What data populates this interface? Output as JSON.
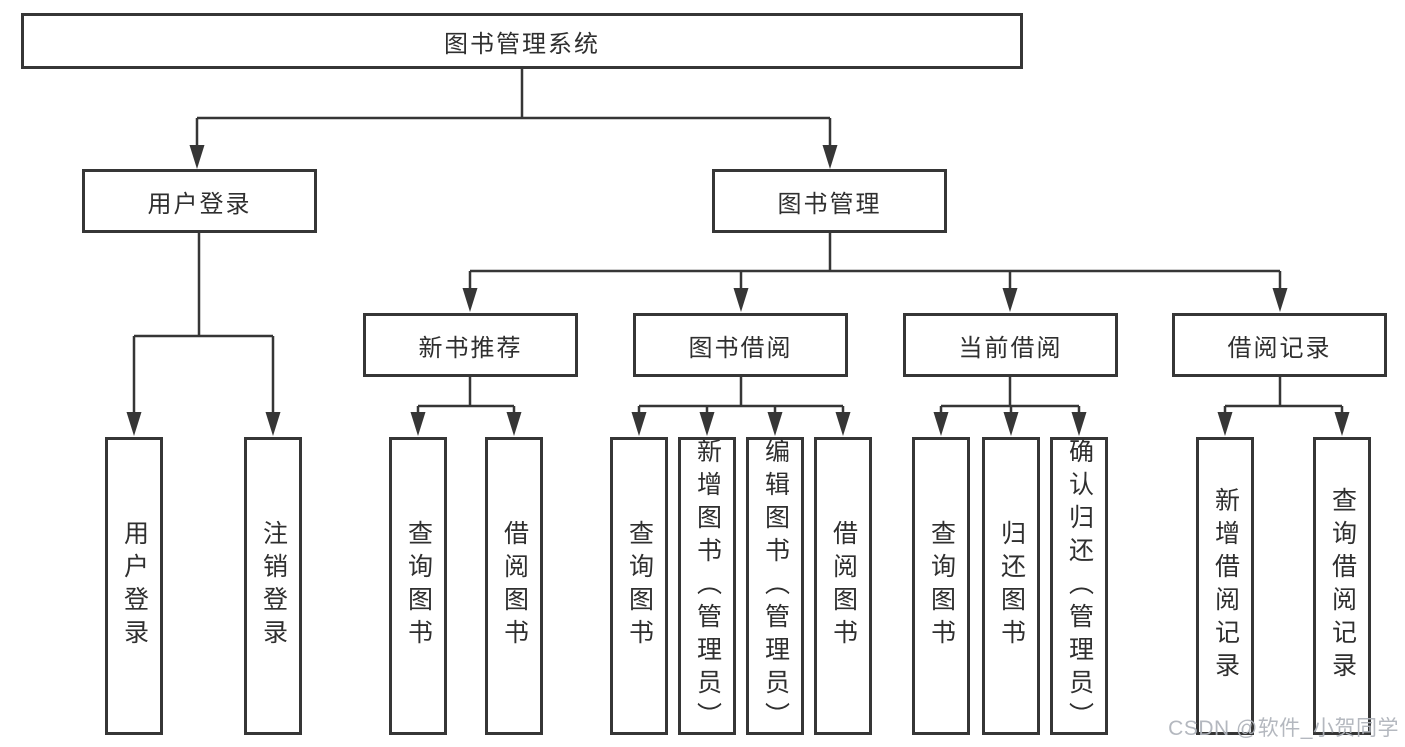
{
  "root": {
    "label": "图书管理系统"
  },
  "branches": [
    {
      "label": "用户登录",
      "children": [
        {
          "label": "用户登录"
        },
        {
          "label": "注销登录"
        }
      ]
    },
    {
      "label": "图书管理",
      "children": [
        {
          "label": "新书推荐",
          "children": [
            {
              "label": "查询图书"
            },
            {
              "label": "借阅图书"
            }
          ]
        },
        {
          "label": "图书借阅",
          "children": [
            {
              "label": "查询图书"
            },
            {
              "label": "新增图书（管理员）"
            },
            {
              "label": "编辑图书（管理员）"
            },
            {
              "label": "借阅图书"
            }
          ]
        },
        {
          "label": "当前借阅",
          "children": [
            {
              "label": "查询图书"
            },
            {
              "label": "归还图书"
            },
            {
              "label": "确认归还（管理员）"
            }
          ]
        },
        {
          "label": "借阅记录",
          "children": [
            {
              "label": "新增借阅记录"
            },
            {
              "label": "查询借阅记录"
            }
          ]
        }
      ]
    }
  ],
  "watermark": "CSDN @软件_小贺同学",
  "colors": {
    "line": "#363636",
    "text": "#2f2f2f",
    "watermark": "#b0b4bc",
    "background": "#ffffff"
  }
}
